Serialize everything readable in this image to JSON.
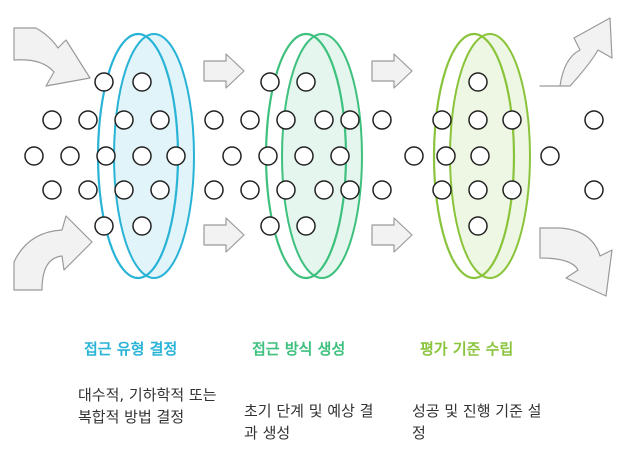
{
  "colors": {
    "stage1": "#29b3d6",
    "stage2": "#3ec07e",
    "stage3": "#8ac43c",
    "arrow_fill": "#f2f2f2",
    "arrow_stroke": "#9a9a9a",
    "dot_stroke": "#222222"
  },
  "stages": [
    {
      "title": "접근 유형 결정",
      "description": "대수적, 기하학적 또는 복합적 방법 결정"
    },
    {
      "title": "접근 방식 생성",
      "description": "초기 단계 및 예상 결과 생성"
    },
    {
      "title": "평가 기준 수립",
      "description": "성공 및 진행 기준 설정"
    }
  ]
}
